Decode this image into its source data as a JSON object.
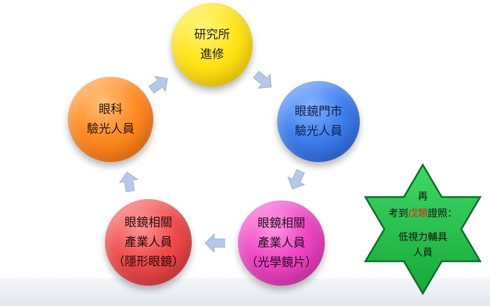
{
  "nodes": {
    "research": {
      "line1": "研究所",
      "line2": "進修"
    },
    "store": {
      "line1": "眼鏡門市",
      "line2": "驗光人員"
    },
    "optical": {
      "line1": "眼鏡相關",
      "line2": "產業人員",
      "line3": "（光學鏡片）"
    },
    "contact": {
      "line1": "眼鏡相關",
      "line2": "產業人員",
      "line3": "（隱形眼鏡）"
    },
    "clinic": {
      "line1": "眼科",
      "line2": "驗光人員"
    }
  },
  "star": {
    "line1": "再",
    "line2_prefix": "考到",
    "line2_accent": "戊類",
    "line2_suffix": "證照：",
    "line3": "低視力輔具",
    "line4": "人員"
  },
  "colors": {
    "yellow": "#ffe417",
    "blue": "#3f7fee",
    "magenta": "#ee46c4",
    "red": "#ef4c4c",
    "orange": "#ff8a22",
    "star_green": "#22c24a",
    "star_outline": "#0c6e2a",
    "arrow": "#b7c8e6",
    "accent_text": "#d9261c"
  }
}
